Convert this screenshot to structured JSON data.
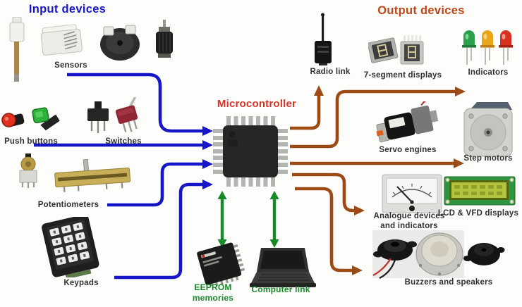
{
  "colors": {
    "input_blue": "#1616c8",
    "output_brown": "#9e4a14",
    "mcu_red": "#d63426",
    "link_green": "#168a28",
    "label_dark": "#303030",
    "background": "#fdfdfc"
  },
  "headers": {
    "input": "Input devices",
    "output": "Output devices",
    "microcontroller": "Microcontroller"
  },
  "inputs": {
    "sensors": "Sensors",
    "push_buttons": "Push buttons",
    "switches": "Switches",
    "potentiometers": "Potentiometers",
    "keypads": "Keypads"
  },
  "memory_links": {
    "eeprom_line1": "EEPROM",
    "eeprom_line2": "memories",
    "computer_link": "Computer link"
  },
  "outputs": {
    "radio_link": "Radio link",
    "seven_segment": "7-segment displays",
    "indicators": "Indicators",
    "servo": "Servo engines",
    "step_motors": "Step motors",
    "analogue_line1": "Analogue devices",
    "analogue_line2": "and indicators",
    "lcd": "LCD & VFD displays",
    "buzzers": "Buzzers and speakers"
  }
}
